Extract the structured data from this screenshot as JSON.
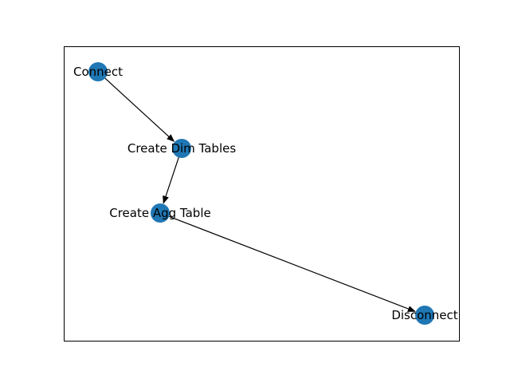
{
  "graph": {
    "node_color": "#1f77b4",
    "edge_color": "#000000",
    "nodes": [
      {
        "id": "connect",
        "label": "Connect"
      },
      {
        "id": "create-dim-tables",
        "label": "Create Dim Tables"
      },
      {
        "id": "create-agg-table",
        "label": "Create Agg Table"
      },
      {
        "id": "disconnect",
        "label": "Disconnect"
      }
    ],
    "edges": [
      {
        "from": "connect",
        "to": "create-dim-tables"
      },
      {
        "from": "create-dim-tables",
        "to": "create-agg-table"
      },
      {
        "from": "create-agg-table",
        "to": "disconnect"
      }
    ]
  }
}
